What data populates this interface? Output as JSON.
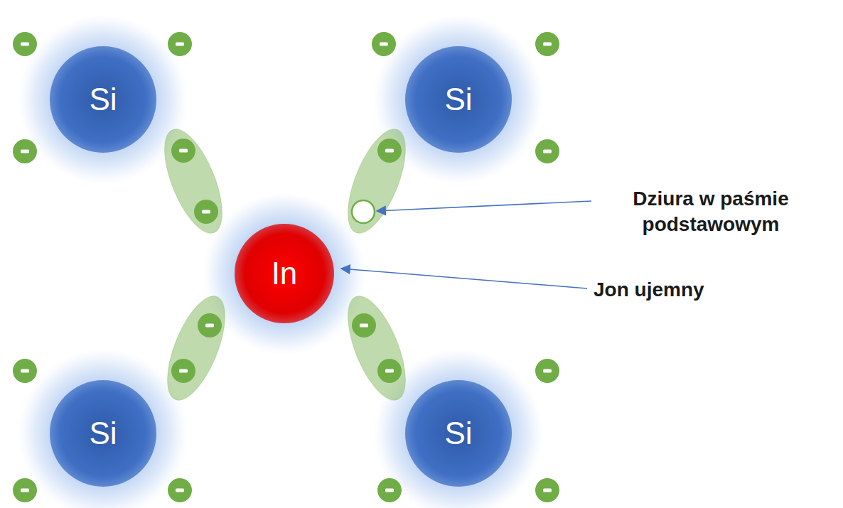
{
  "diagram": {
    "nodes": [
      {
        "text": [
          "Si"
        ]
      },
      {
        "text": [
          "Si"
        ]
      },
      {
        "text": [
          "In"
        ]
      },
      {
        "text": [
          "Si"
        ]
      },
      {
        "text": [
          "Si"
        ]
      }
    ],
    "labels": [
      "Dziura w paśmie podstawowym",
      "Jon ujemny"
    ]
  }
}
